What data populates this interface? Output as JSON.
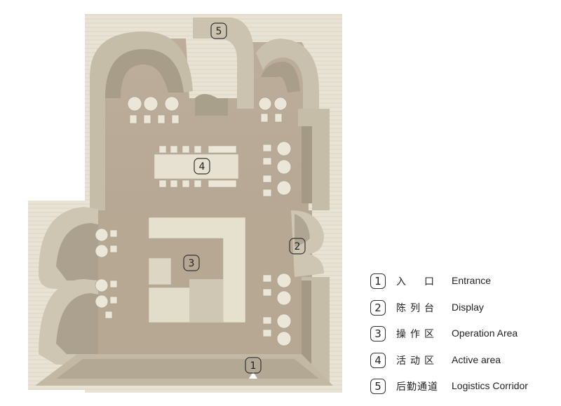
{
  "plan_labels": {
    "entrance": "1",
    "display": "2",
    "operation": "3",
    "active": "4",
    "logistics": "5"
  },
  "legend": [
    {
      "num": "1",
      "zh": "入　口",
      "en": "Entrance"
    },
    {
      "num": "2",
      "zh": "陈列台",
      "en": "Display"
    },
    {
      "num": "3",
      "zh": "操作区",
      "en": "Operation Area"
    },
    {
      "num": "4",
      "zh": "活动区",
      "en": "Active area"
    },
    {
      "num": "5",
      "zh": "后勤通道",
      "en": "Logistics Corridor"
    }
  ],
  "colors": {
    "floor": "#b9a996",
    "wall": "#d9d3c3",
    "wall_shadow": "#a79c8a",
    "furniture": "#e9e4d4",
    "outer_ground": "#e8e4d6"
  }
}
